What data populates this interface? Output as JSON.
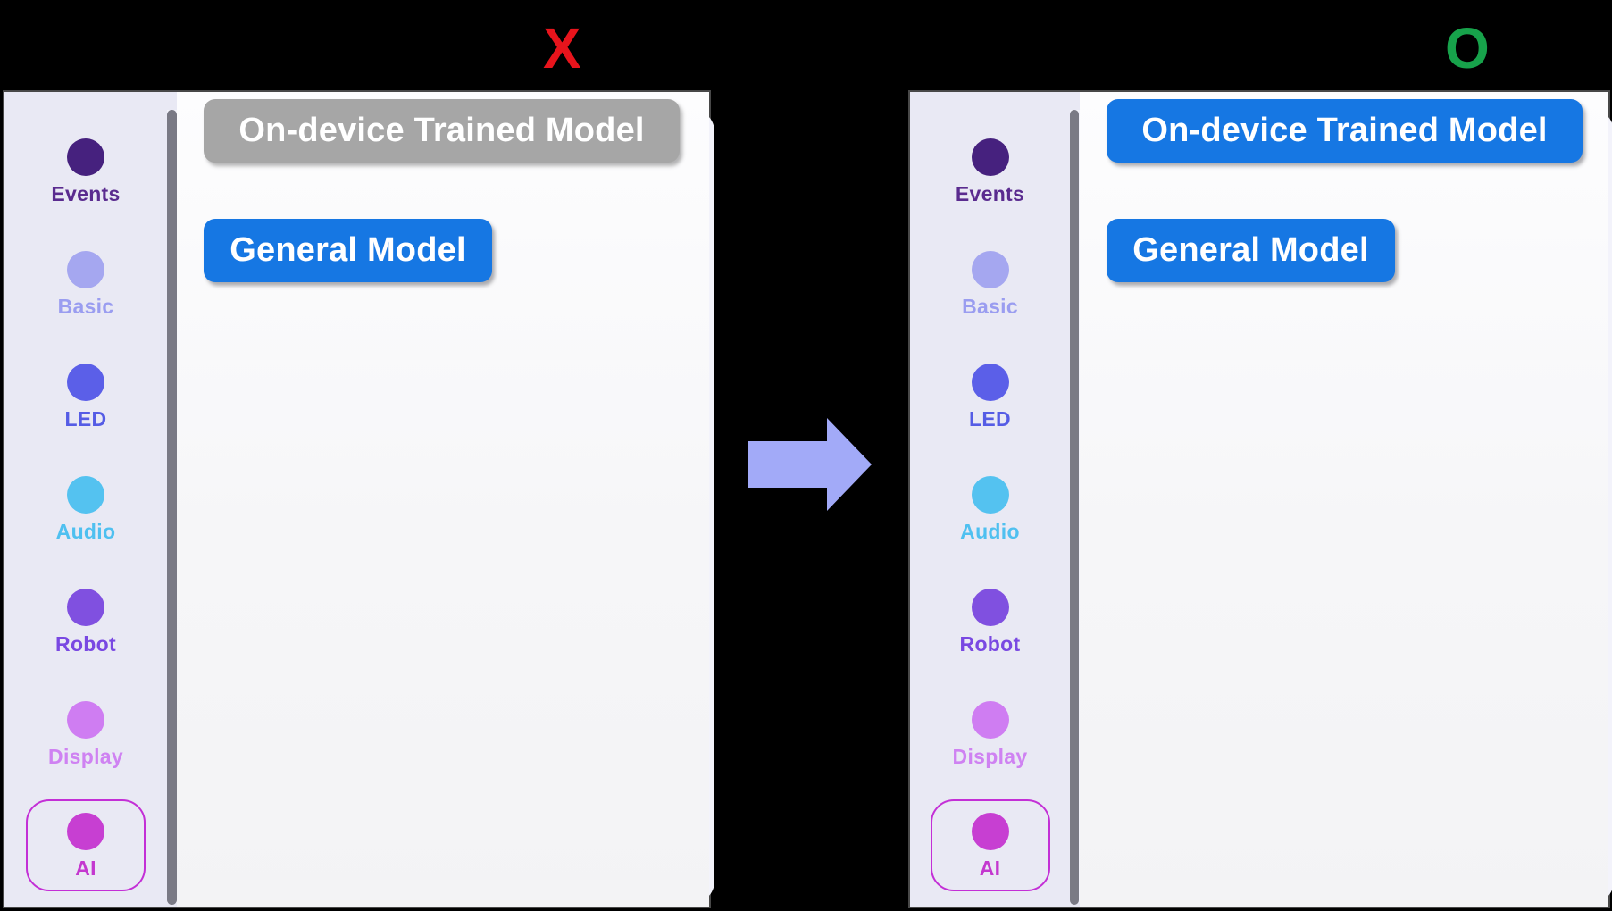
{
  "marks": {
    "wrong": "X",
    "correct": "O"
  },
  "colors": {
    "wrong_red": "#e8141c",
    "correct_green": "#17a24b",
    "button_blue": "#1677e3",
    "button_gray": "#a6a6a6",
    "arrow": "#a2aaf8",
    "ai_selected_border": "#c32fd6",
    "scrollbar": "#7a7a85"
  },
  "sidebar": {
    "categories": [
      {
        "label": "Events",
        "color": "#46217e",
        "text_color": "#5a2b8f",
        "selected": false
      },
      {
        "label": "Basic",
        "color": "#a5a7f0",
        "text_color": "#9a9df0",
        "selected": false
      },
      {
        "label": "LED",
        "color": "#5b5fe8",
        "text_color": "#555ce5",
        "selected": false
      },
      {
        "label": "Audio",
        "color": "#54c2f0",
        "text_color": "#4fc0f0",
        "selected": false
      },
      {
        "label": "Robot",
        "color": "#8050e0",
        "text_color": "#7948e2",
        "selected": false
      },
      {
        "label": "Display",
        "color": "#cf7df2",
        "text_color": "#cf82f2",
        "selected": false
      },
      {
        "label": "AI",
        "color": "#c73fd2",
        "text_color": "#c438cf",
        "selected": true
      }
    ]
  },
  "panels": {
    "before": {
      "mark": "X",
      "buttons": [
        {
          "label": "On-device Trained Model",
          "state": "disabled"
        },
        {
          "label": "General Model",
          "state": "enabled"
        }
      ]
    },
    "after": {
      "mark": "O",
      "buttons": [
        {
          "label": "On-device Trained Model",
          "state": "enabled"
        },
        {
          "label": "General Model",
          "state": "enabled"
        }
      ]
    }
  },
  "arrow": {
    "icon": "arrow-right-icon"
  }
}
